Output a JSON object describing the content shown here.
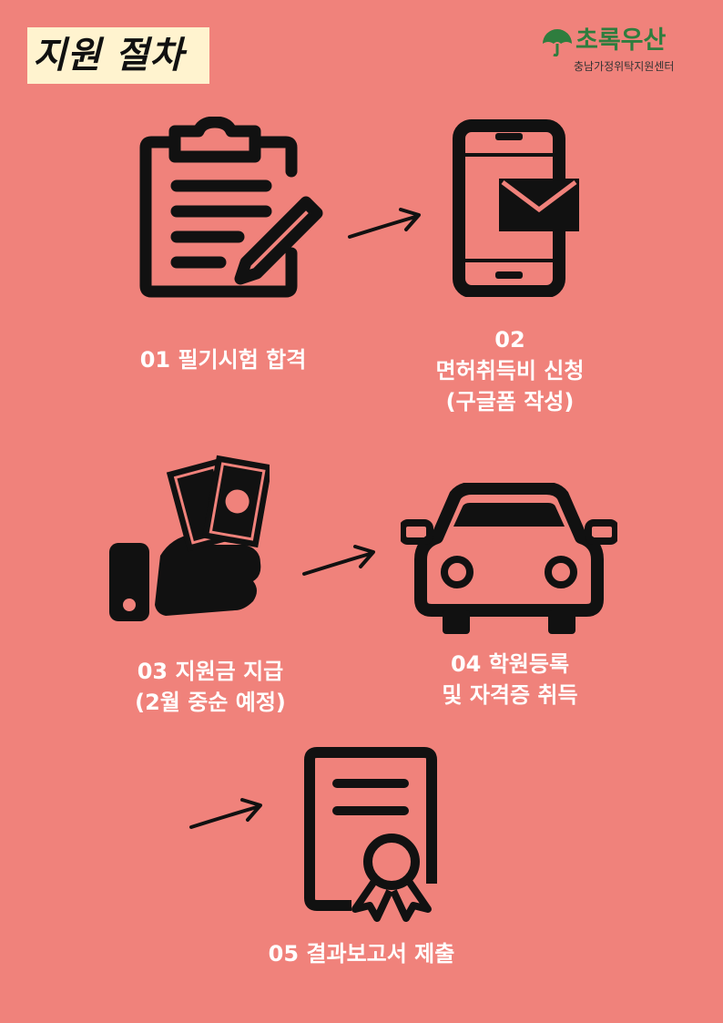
{
  "title": "지원 절차",
  "brand": {
    "name": "초록우산",
    "subtitle": "충남가정위탁지원센터",
    "color": "#2e7d3e"
  },
  "background": "#f0827b",
  "steps": [
    {
      "number": "01",
      "lines": [
        "01 필기시험 합격"
      ],
      "icon": "clipboard-pencil-icon"
    },
    {
      "number": "02",
      "lines": [
        "02",
        "면허취득비 신청",
        "(구글폼 작성)"
      ],
      "icon": "phone-mail-icon"
    },
    {
      "number": "03",
      "lines": [
        "03 지원금 지급",
        "(2월 중순 예정)"
      ],
      "icon": "hand-money-icon"
    },
    {
      "number": "04",
      "lines": [
        "04 학원등록",
        "및 자격증 취득"
      ],
      "icon": "car-icon"
    },
    {
      "number": "05",
      "lines": [
        "05 결과보고서 제출"
      ],
      "icon": "certificate-icon"
    }
  ]
}
